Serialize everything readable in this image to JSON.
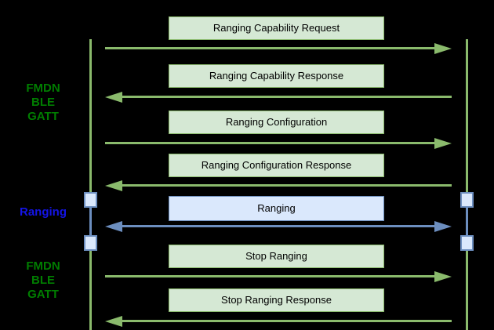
{
  "diagram": {
    "type": "sequence-diagram",
    "background": "#000000",
    "colors": {
      "green_stroke": "#8aba6c",
      "green_fill": "#d5e8d4",
      "blue_stroke": "#6c8ebf",
      "blue_fill": "#dae8fc",
      "side_label_green": "#007d00",
      "side_label_blue": "#1414e6",
      "box_text": "#000000"
    },
    "side_labels": [
      {
        "id": "fmdn-ble-gatt-top",
        "color": "green",
        "lines": [
          "FMDN",
          "BLE",
          "GATT"
        ]
      },
      {
        "id": "ranging",
        "color": "blue",
        "lines": [
          "Ranging"
        ]
      },
      {
        "id": "fmdn-ble-gatt-bottom",
        "color": "green",
        "lines": [
          "FMDN",
          "BLE",
          "GATT"
        ]
      }
    ],
    "lifelines": [
      {
        "id": "left-lifeline",
        "activations": 2
      },
      {
        "id": "right-lifeline",
        "activations": 2
      }
    ],
    "messages": [
      {
        "label": "Ranging Capability Request",
        "direction": "left-to-right",
        "style": "green"
      },
      {
        "label": "Ranging Capability Response",
        "direction": "right-to-left",
        "style": "green"
      },
      {
        "label": "Ranging Configuration",
        "direction": "left-to-right",
        "style": "green"
      },
      {
        "label": "Ranging Configuration Response",
        "direction": "right-to-left",
        "style": "green"
      },
      {
        "label": "Ranging",
        "direction": "bidirectional",
        "style": "blue"
      },
      {
        "label": "Stop Ranging",
        "direction": "left-to-right",
        "style": "green"
      },
      {
        "label": "Stop Ranging Response",
        "direction": "right-to-left",
        "style": "green"
      }
    ]
  }
}
